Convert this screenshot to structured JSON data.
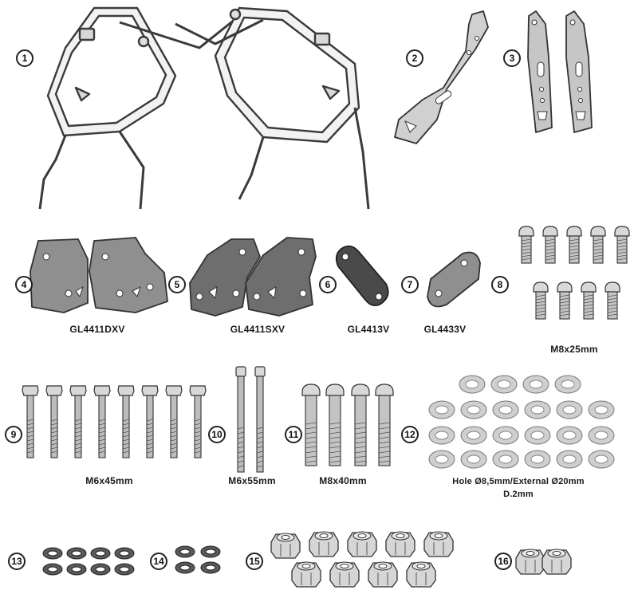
{
  "colors": {
    "frame_fill": "#d2d2d2",
    "frame_stroke": "#3a3a3a",
    "plate_light": "#8f8f8f",
    "plate_dark": "#6e6e6e",
    "spacer": "#4a4a4a",
    "bolt_fill": "#c8c8c8",
    "washer_fill": "#d0d0d0"
  },
  "parts": [
    {
      "number": "1"
    },
    {
      "number": "2"
    },
    {
      "number": "3"
    },
    {
      "number": "4",
      "label": "GL4411DXV"
    },
    {
      "number": "5",
      "label": "GL4411SXV"
    },
    {
      "number": "6",
      "label": "GL4413V"
    },
    {
      "number": "7",
      "label": "GL4433V"
    },
    {
      "number": "8",
      "label": "M8x25mm"
    },
    {
      "number": "9",
      "label": "M6x45mm"
    },
    {
      "number": "10",
      "label": "M6x55mm"
    },
    {
      "number": "11",
      "label": "M8x40mm"
    },
    {
      "number": "12",
      "label_line1": "Hole Ø8,5mm/External Ø20mm",
      "label_line2": "D.2mm"
    },
    {
      "number": "13"
    },
    {
      "number": "14"
    },
    {
      "number": "15"
    },
    {
      "number": "16"
    }
  ]
}
